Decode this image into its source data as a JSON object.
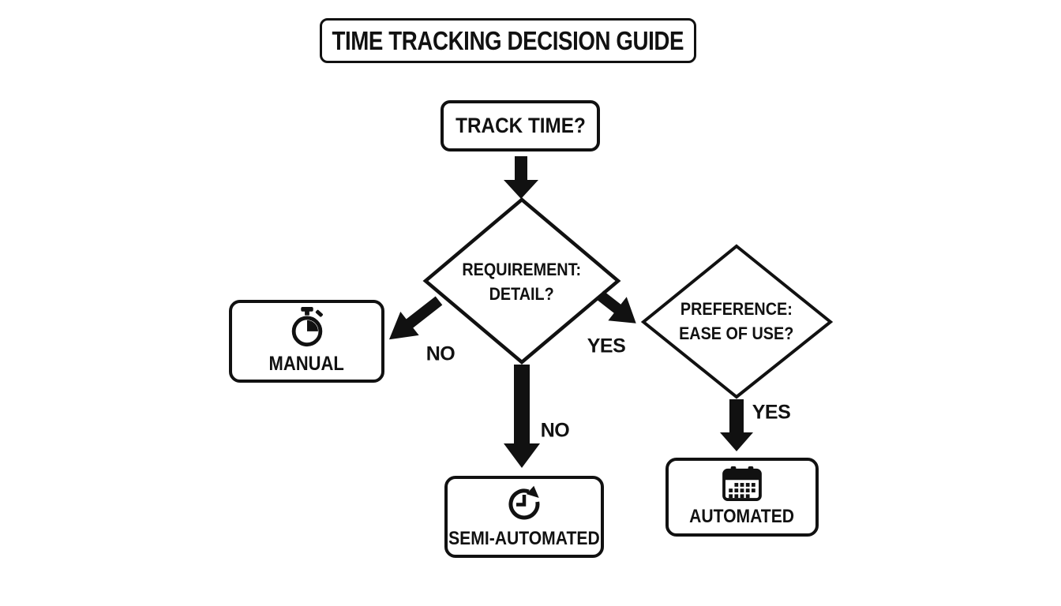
{
  "title": "TIME TRACKING DECISION GUIDE",
  "nodes": {
    "start": {
      "label": "TRACK TIME?"
    },
    "decision_detail": {
      "line1": "REQUIREMENT:",
      "line2": "DETAIL?"
    },
    "decision_ease": {
      "line1": "PREFERENCE:",
      "line2": "EASE OF USE?"
    },
    "manual": {
      "label": "MANUAL",
      "icon": "stopwatch-icon"
    },
    "semi_automated": {
      "label": "SEMI-AUTOMATED",
      "icon": "clock-history-icon"
    },
    "automated": {
      "label": "AUTOMATED",
      "icon": "calendar-icon"
    }
  },
  "edges": {
    "detail_no_left": "NO",
    "detail_yes_right": "YES",
    "detail_no_down": "NO",
    "ease_yes_down": "YES"
  },
  "colors": {
    "ink": "#111111",
    "background": "#ffffff"
  }
}
